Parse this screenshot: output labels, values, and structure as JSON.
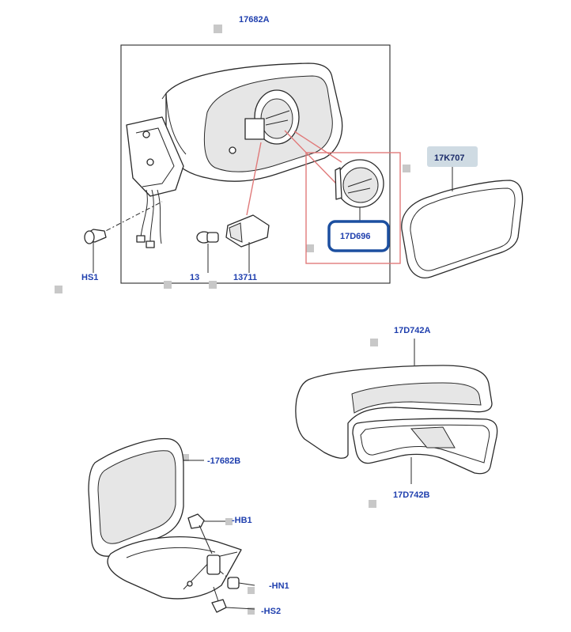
{
  "labels": {
    "assembly": "17682A",
    "glass": "17K707",
    "motor": "17D696",
    "bulb": "13",
    "lamp": "13711",
    "screw": "HS1",
    "cover": "17D742A",
    "cover_insert": "17D742B",
    "housing": "-17682B",
    "bolt": "-HB1",
    "nut": "-HN1",
    "screw2": "-HS2"
  },
  "colors": {
    "label_blue": "#1f3fae",
    "highlight_red": "#e07a7a",
    "highlight_blue": "#1c4fa0",
    "glass_tag": "#cfdbe3"
  }
}
